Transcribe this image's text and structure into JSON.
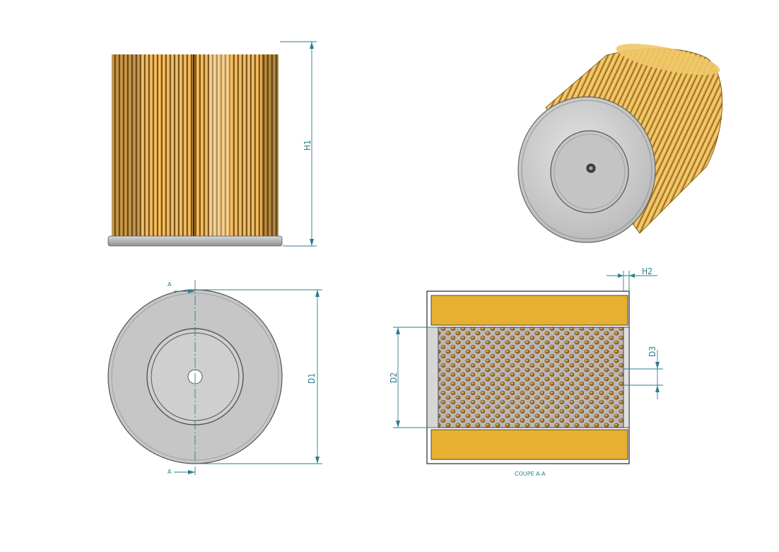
{
  "drawing": {
    "labels": {
      "h1": "H1",
      "d1": "D1",
      "d2": "D2",
      "d3": "D3",
      "h2": "H2",
      "section_mark_top": "A",
      "section_mark_bottom": "A",
      "section_caption": "COUPE A-A"
    },
    "colors": {
      "dimension": "#2a7f8c",
      "pleat_light": "#e8b04a",
      "pleat_dark": "#7a5212",
      "cap_grey": "#c8c8c8",
      "section_media": "#e8b030"
    }
  }
}
